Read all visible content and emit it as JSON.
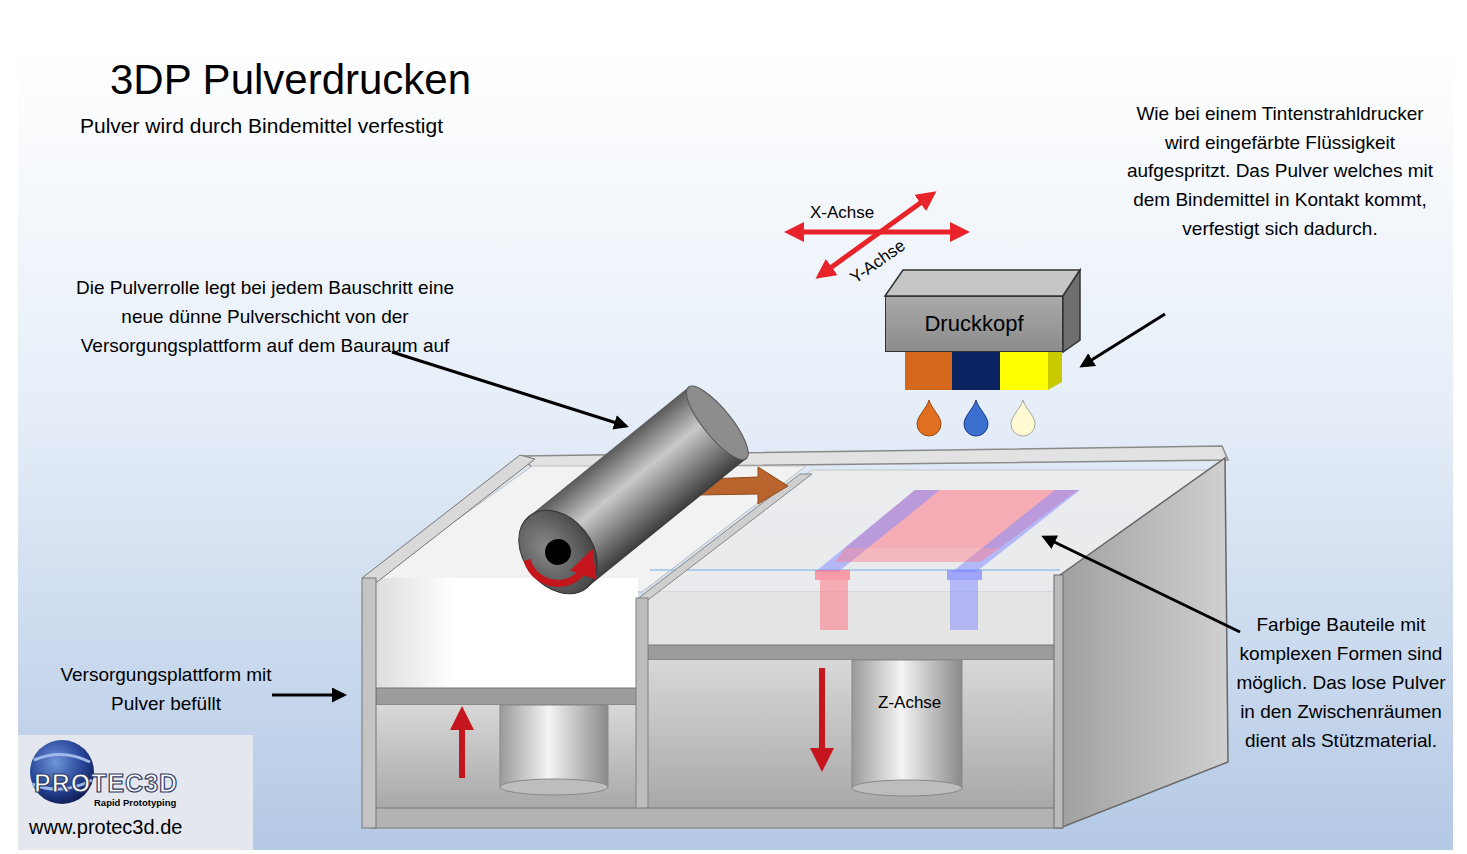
{
  "diagram": {
    "title": "3DP Pulverdrucken",
    "nodes": [
      {
        "text": [
          "Druckkopf"
        ]
      }
    ],
    "labels": [
      "Pulver wird durch Bindemittel verfestigt",
      "Wie bei einem Tintenstrahldrucker wird eingefärbte Flüssigkeit aufgespritzt. Das Pulver welches mit dem Bindemittel in Kontakt kommt, verfestigt sich dadurch.",
      "X-Achse",
      "Y-Achse",
      "Die Pulverrolle legt bei jedem Bauschritt eine neue dünne Pulverschicht von der Versorgungsplattform auf dem Bauraum auf",
      "Versorgungsplattform mit Pulver befüllt",
      "Z-Achse",
      "Farbige Bauteile mit komplexen Formen sind möglich. Das lose Pulver in den Zwischenräumen dient als Stützmaterial.",
      "PROTEC3D",
      "Rapid Prototyping",
      "www.protec3d.de"
    ]
  }
}
